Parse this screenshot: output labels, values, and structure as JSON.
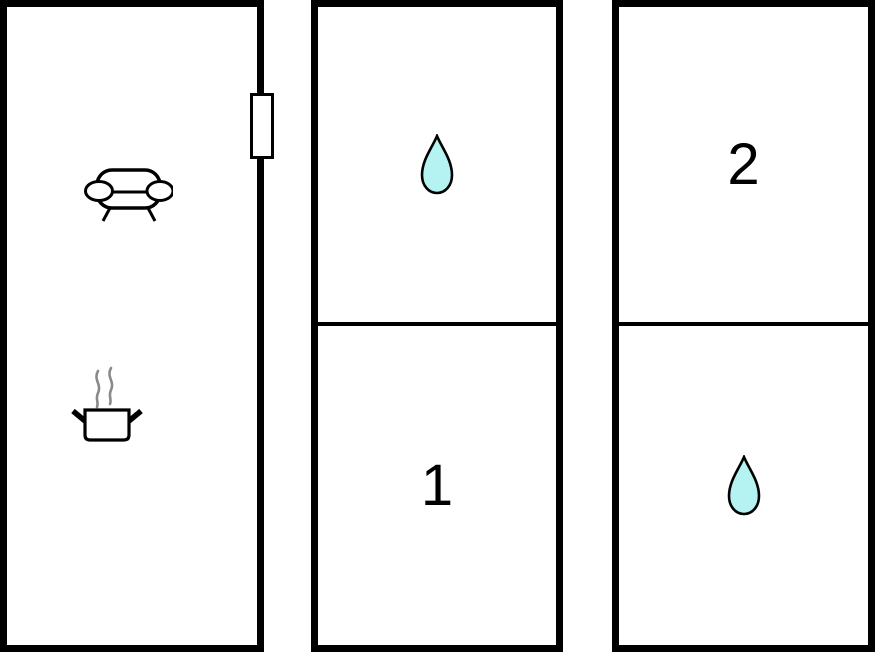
{
  "floorplan": {
    "units": [
      {
        "name": "living-unit",
        "rooms": [
          {
            "name": "living-kitchen-room",
            "label": "",
            "icons": [
              "sofa-icon",
              "cooking-pot-icon"
            ],
            "features": [
              "window-marker"
            ]
          }
        ]
      },
      {
        "name": "middle-unit",
        "rooms": [
          {
            "name": "bathroom-top",
            "label": "",
            "icons": [
              "water-drop-icon"
            ]
          },
          {
            "name": "bedroom-1",
            "label": "1",
            "icons": []
          }
        ]
      },
      {
        "name": "right-unit",
        "rooms": [
          {
            "name": "bedroom-2",
            "label": "2",
            "icons": []
          },
          {
            "name": "bathroom-bottom",
            "label": "",
            "icons": [
              "water-drop-icon"
            ]
          }
        ]
      }
    ],
    "colors": {
      "wall": "#000000",
      "floor": "#ffffff",
      "water_drop_fill": "#b5f2f2",
      "water_drop_stroke": "#000000",
      "steam_stroke": "#8a8a8a",
      "furniture_stroke": "#000000",
      "label_text": "#000000"
    }
  }
}
